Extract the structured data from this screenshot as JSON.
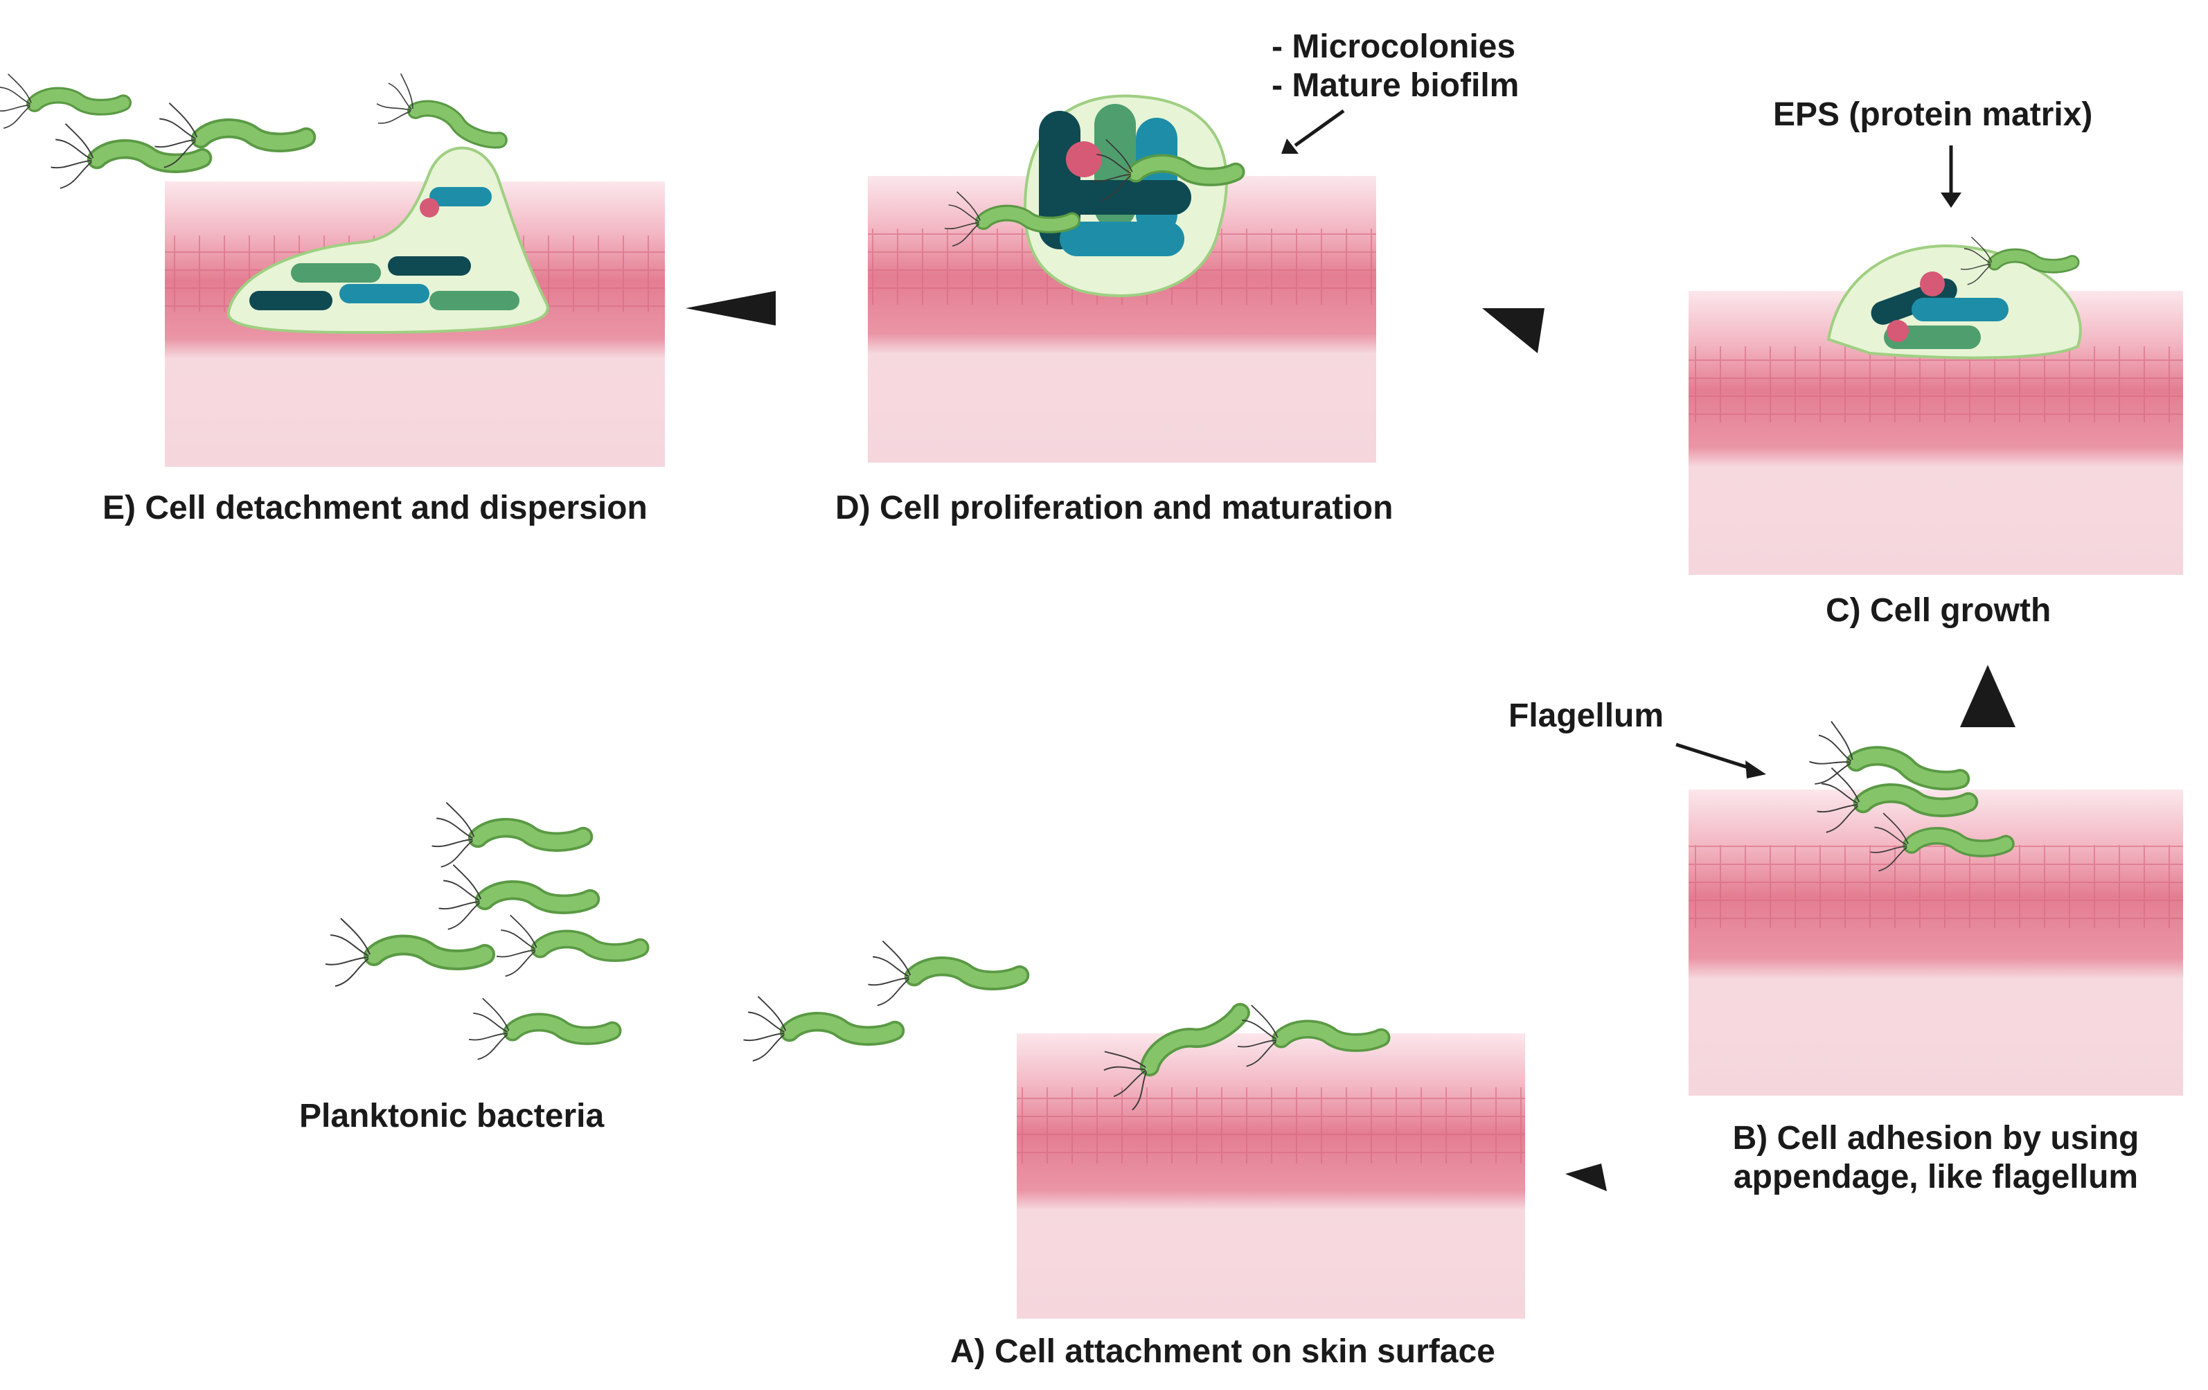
{
  "labels": {
    "planktonic": "Planktonic bacteria",
    "stage_a": "A) Cell attachment on skin surface",
    "stage_b_line1": "B) Cell adhesion by using",
    "stage_b_line2": "appendage, like flagellum",
    "stage_c": "C) Cell growth",
    "stage_d": "D) Cell proliferation and maturation",
    "stage_e": "E) Cell detachment and dispersion",
    "flagellum": "Flagellum",
    "eps": "EPS (protein matrix)",
    "microcolonies": "- Microcolonies",
    "mature_biofilm": "- Mature biofilm"
  },
  "colors": {
    "bacteria_green": "#7cba5c",
    "biofilm_dark_teal": "#0f4a52",
    "biofilm_teal": "#1e8ea8",
    "biofilm_green": "#4f9e6e",
    "biofilm_pink": "#d65a76",
    "eps_matrix": "#e7f4d6",
    "skin_epidermis": "#e8889a",
    "skin_dermis": "#f5d6dd",
    "arrowhead": "#1a1a1a"
  }
}
